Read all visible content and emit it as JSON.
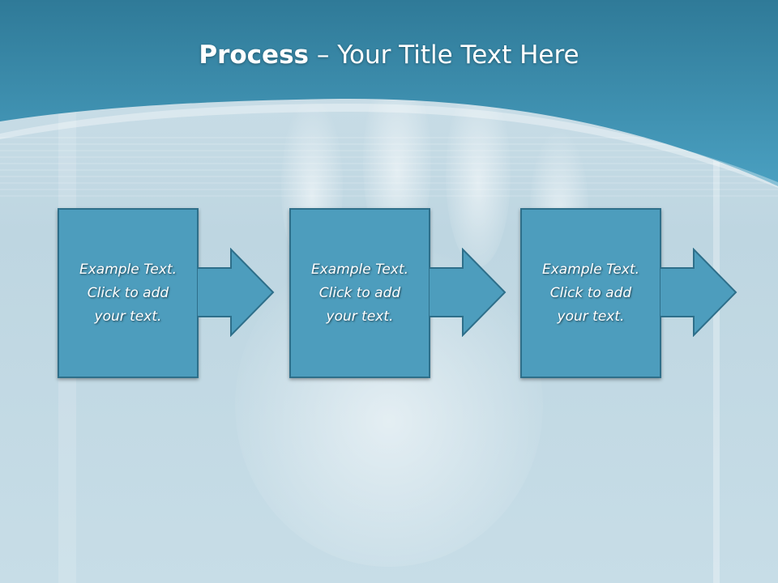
{
  "slide": {
    "title_bold": "Process",
    "title_rest": " – Your Title Text Here"
  },
  "steps": [
    {
      "text": "Example Text.\nClick  to add\nyour text."
    },
    {
      "text": "Example Text.\nClick  to add\nyour text."
    },
    {
      "text": "Example Text.\nClick  to add\nyour text."
    }
  ],
  "colors": {
    "header": "#3e8fae",
    "box_fill": "#4d9dbd",
    "box_border": "#2e6f8a",
    "title_text": "#ffffff"
  }
}
